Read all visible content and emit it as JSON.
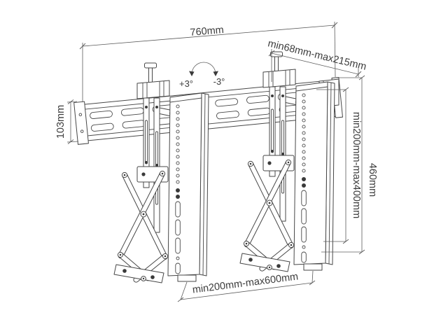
{
  "figure": {
    "background_color": "#ffffff",
    "line_color": "#474747",
    "dimension_line_color": "#5b5b5b",
    "text_color": "#3c3c3c"
  },
  "dimensions": {
    "total_width": "760mm",
    "depth_range": "min68mm-max215mm",
    "rail_height": "103mm",
    "vertical_adjustment_range": "min200mm-max400mm",
    "bracket_height": "460mm",
    "horizontal_adjustment_range": "min200mm-max600mm"
  },
  "tilt": {
    "positive": "+3°",
    "negative": "-3°"
  }
}
